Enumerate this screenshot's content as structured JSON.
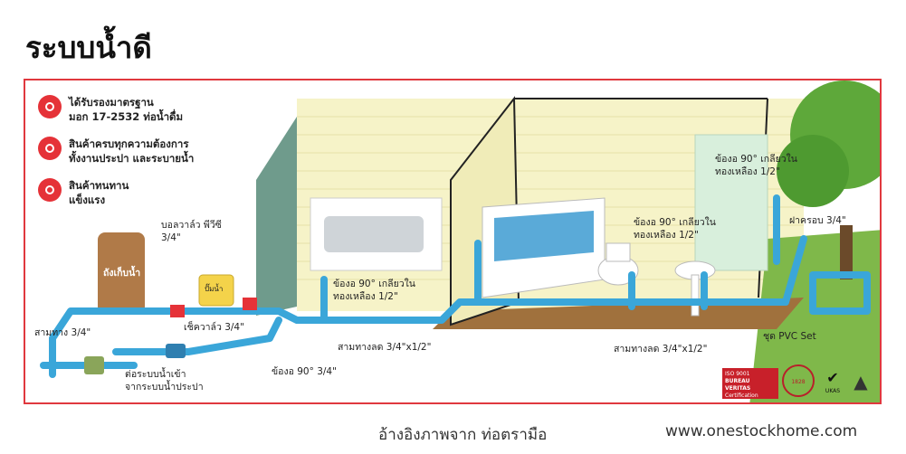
{
  "title": "ระบบน้ำดี",
  "features": [
    {
      "icon": "certified-icon",
      "text": "ได้รับรองมาตรฐาน\nมอก 17-2532 ท่อน้ำดื่ม"
    },
    {
      "icon": "target-icon",
      "text": "สินค้าครบทุกความต้องการ\nทั้งงานประปา และระบายน้ำ"
    },
    {
      "icon": "molecule-icon",
      "text": "สินค้าทนทาน\nแข็งแรง"
    }
  ],
  "labels": {
    "ball_valve": "บอลวาล์ว พีวีซี\n3/4\"",
    "tank": "ถังเก็บน้ำ",
    "pump": "ปั๊มน้ำ",
    "tee_34": "สามทาง 3/4\"",
    "check_valve": "เช็ควาล์ว 3/4\"",
    "inlet": "ต่อระบบน้ำเข้า\nจากระบบน้ำประปา",
    "elbow_34": "ข้องอ 90° 3/4\"",
    "elbow_brass_sink": "ข้องอ 90°  เกลียวใน\nทองเหลือง 1/2\"",
    "reducer_tee_1": "สามทางลด 3/4\"x1/2\"",
    "elbow_brass_toilet": "ข้องอ 90°  เกลียวใน\nทองเหลือง 1/2\"",
    "reducer_tee_2": "สามทางลด 3/4\"x1/2\"",
    "elbow_brass_door": "ข้องอ 90°  เกลียวใน\nทองเหลือง 1/2\"",
    "end_cap": "ฝาครอบ 3/4\"",
    "pvc_set": "ชุด PVC Set"
  },
  "certs": {
    "bv_line1": "ISO 9001",
    "bv_line2": "BUREAU VERITAS",
    "bv_line3": "Certification",
    "bv_year": "1828",
    "ukas": "UKAS"
  },
  "footer": {
    "source": "อ้างอิงภาพจาก ท่อตรามือ",
    "website": "www.onestockhome.com"
  },
  "colors": {
    "accent": "#e53238",
    "pipe": "#3aa6d9",
    "wall": "#f6f3c8",
    "floor": "#a0713d",
    "grass": "#7fb84a"
  }
}
